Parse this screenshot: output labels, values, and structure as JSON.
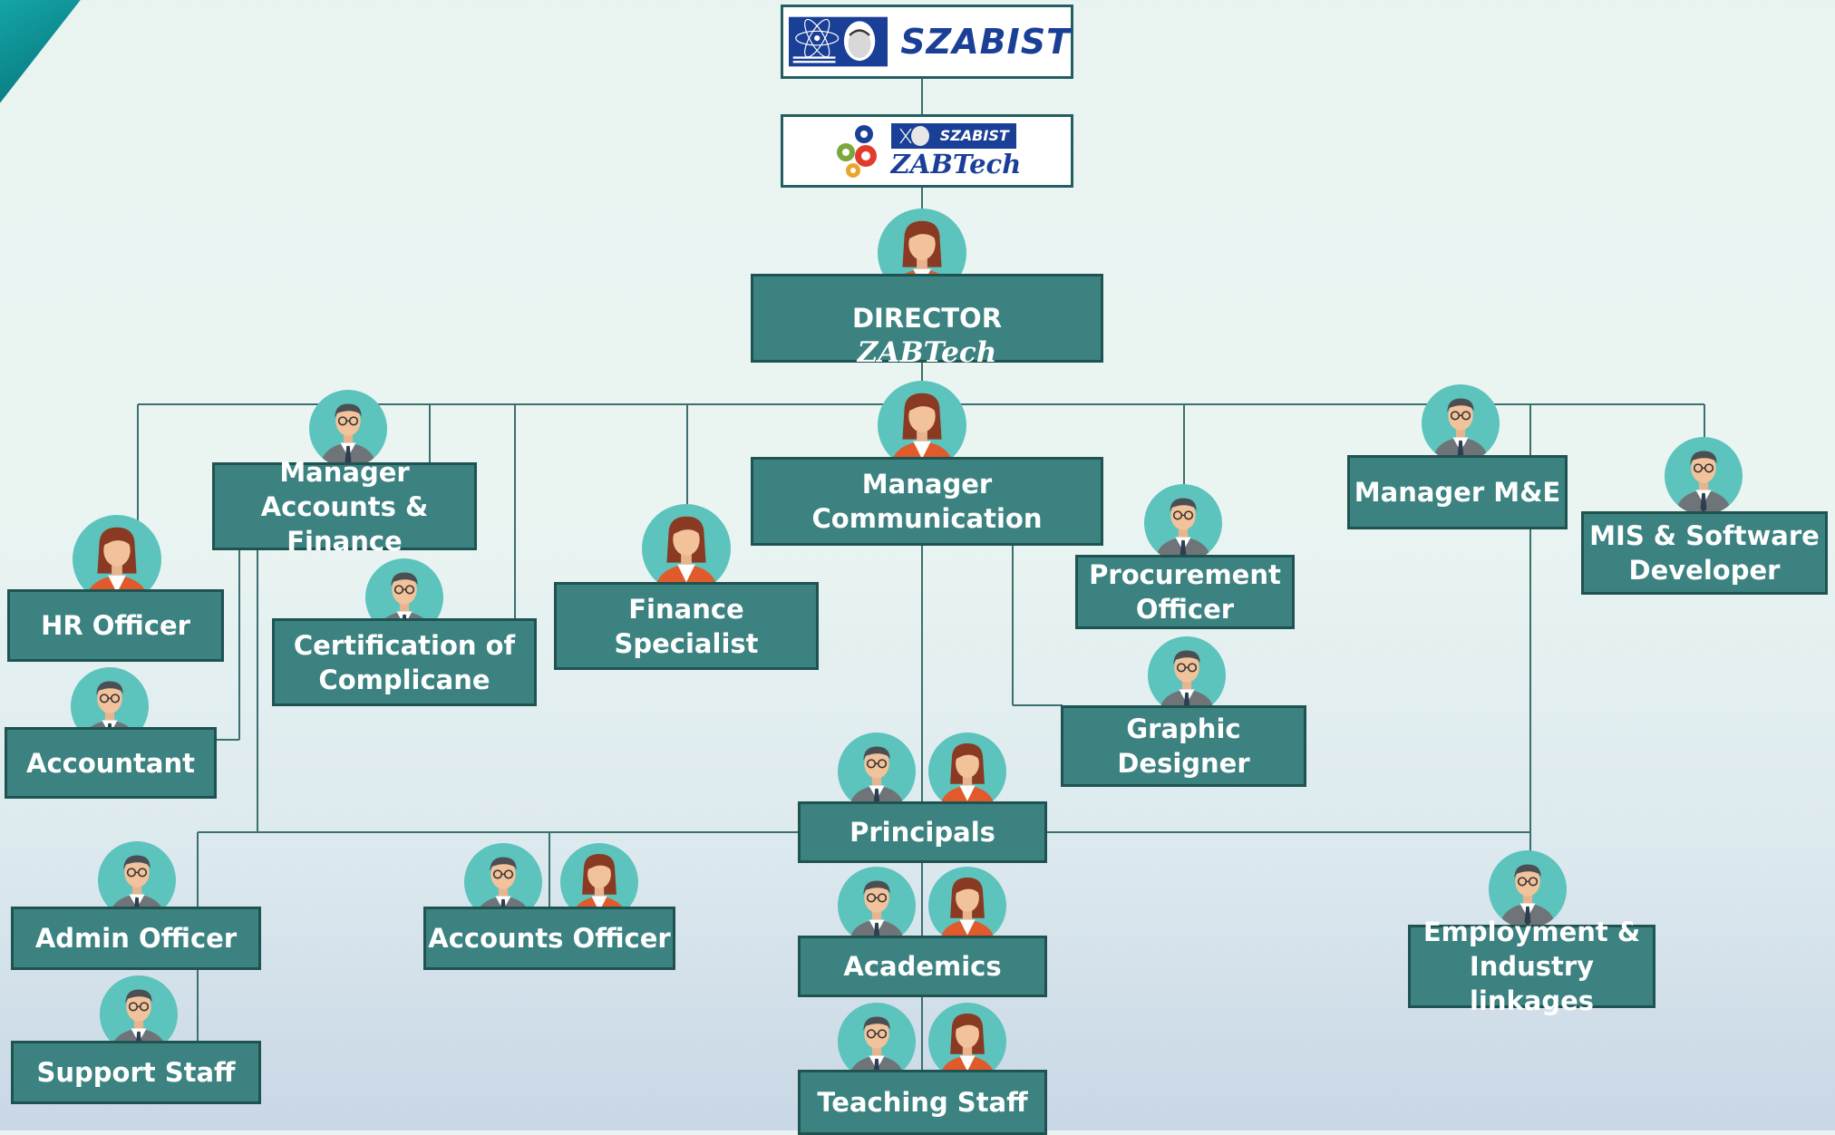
{
  "logos": {
    "szabist": "SZABIST",
    "zabtech_banner": "SZABIST",
    "zabtech": "ZABTech"
  },
  "director": {
    "prefix": "DIRECTOR",
    "brand": "ZABTech"
  },
  "positions": {
    "manager_accounts_finance": "Manager\nAccounts & Finance",
    "manager_communication": "Manager\nCommunication",
    "manager_me": "Manager M&E",
    "mis_software_developer": "MIS & Software\nDeveloper",
    "hr_officer": "HR Officer",
    "accountant": "Accountant",
    "certification_compliance": "Certification of\nComplicane",
    "finance_specialist": "Finance\nSpecialist",
    "procurement_officer": "Procurement\nOfficer",
    "graphic_designer": "Graphic\nDesigner",
    "principals": "Principals",
    "academics": "Academics",
    "teaching_staff": "Teaching Staff",
    "admin_officer": "Admin Officer",
    "support_staff": "Support Staff",
    "accounts_officer": "Accounts Officer",
    "employment_industry_linkages": "Employment &\nIndustry linkages"
  },
  "colors": {
    "box_fill": "#3b8280",
    "box_border": "#1f5352",
    "connector": "#3c6f6f",
    "avatar_bg": "#5cc3bd",
    "logo_blue": "#1a3f96"
  },
  "icons": {
    "female": "female-avatar-icon",
    "male": "male-avatar-icon",
    "gears": "gears-icon",
    "atom": "atom-icon"
  }
}
